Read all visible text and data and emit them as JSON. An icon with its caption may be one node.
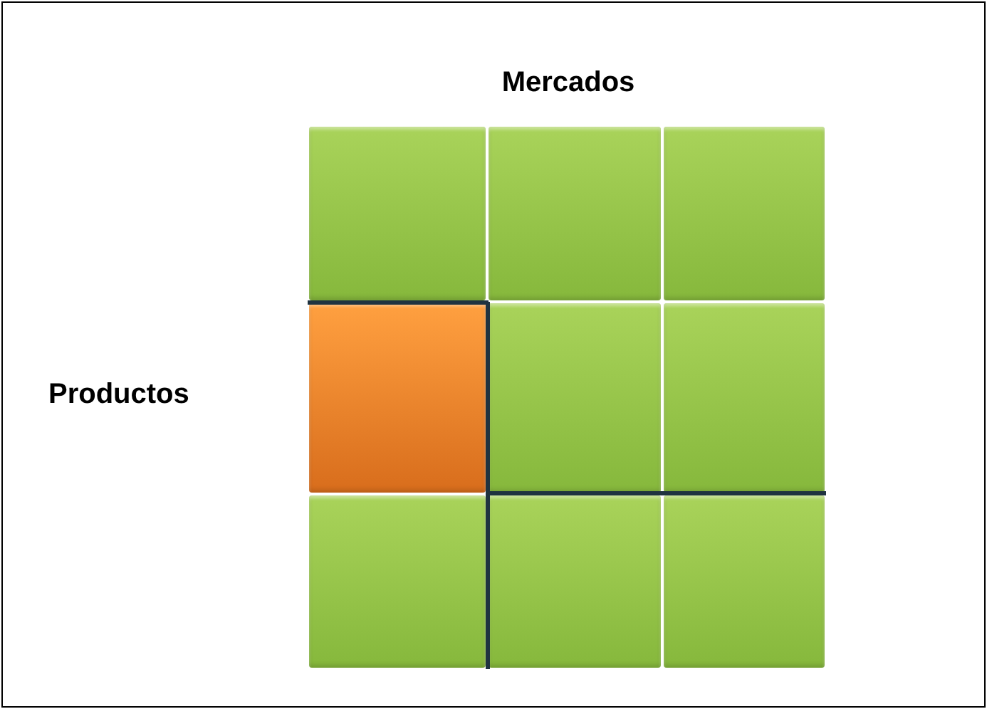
{
  "diagram": {
    "nodes": [
      {
        "text": [],
        "shape": "box"
      },
      {
        "text": [],
        "shape": "box"
      },
      {
        "text": [],
        "shape": "box"
      },
      {
        "text": [],
        "shape": "box"
      },
      {
        "text": [],
        "shape": "box"
      },
      {
        "text": [],
        "shape": "box"
      },
      {
        "text": [],
        "shape": "box"
      },
      {
        "text": [],
        "shape": "box"
      },
      {
        "text": [],
        "shape": "box"
      }
    ],
    "labels": [
      "Mercados",
      "Productos"
    ]
  }
}
